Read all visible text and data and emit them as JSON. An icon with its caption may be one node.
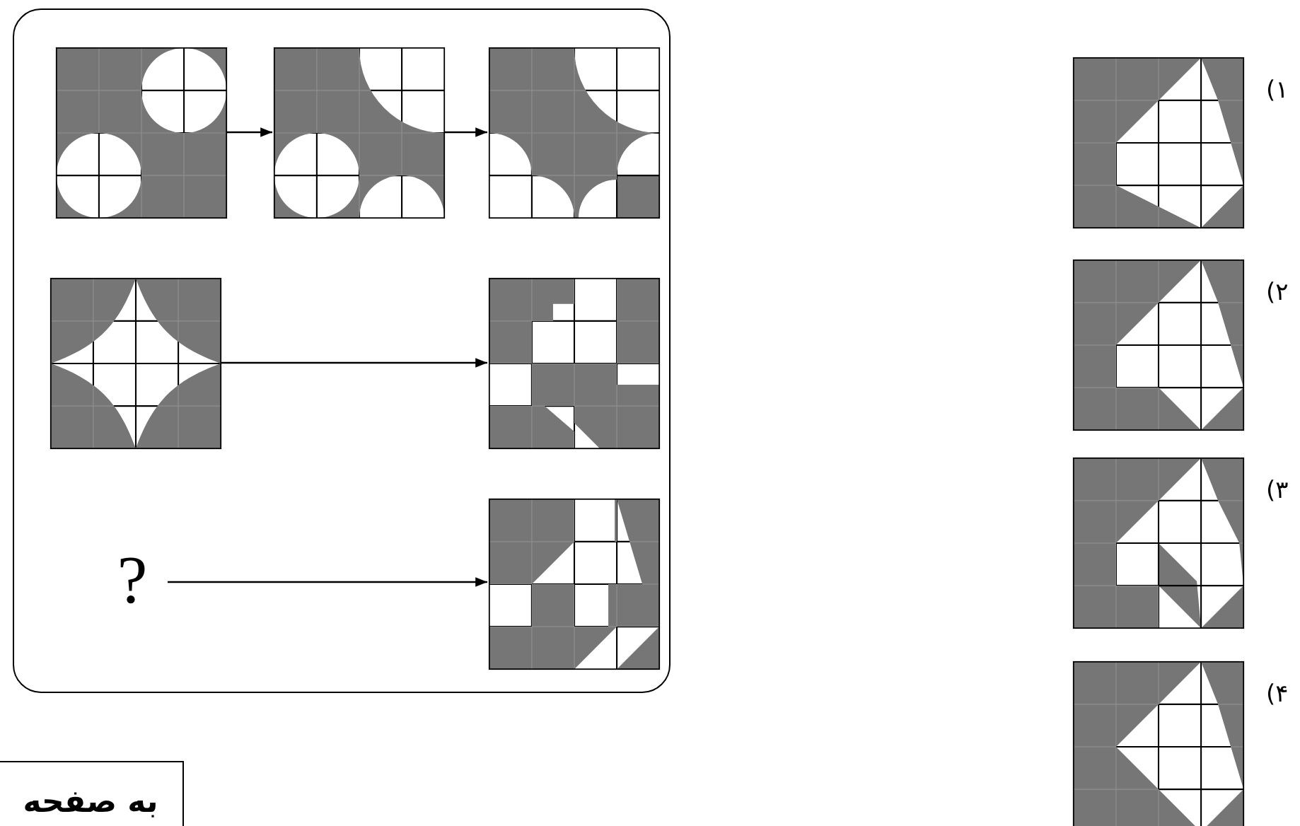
{
  "diagram": {
    "nodes": [
      {
        "text": [],
        "shape": "box"
      },
      {
        "text": [],
        "shape": "box",
        "in": 0
      },
      {
        "text": [],
        "shape": "box",
        "in": 0
      },
      {
        "text": [],
        "shape": "box",
        "in": 0
      },
      {
        "text": [],
        "shape": "box",
        "in": 0
      },
      {
        "text": [],
        "shape": "box",
        "in": 0
      },
      {
        "text": [
          "?"
        ],
        "in": 0
      },
      {
        "text": [],
        "shape": "box",
        "in": 0
      },
      {
        "text": [
          "به صفحه"
        ]
      }
    ],
    "edges": [
      {
        "from": 1,
        "to": 2,
        "arrow": "to"
      },
      {
        "from": 2,
        "to": 3,
        "arrow": "to"
      },
      {
        "from": 4,
        "to": 5,
        "arrow": "to"
      },
      {
        "from": 6,
        "to": 7,
        "arrow": "to"
      }
    ],
    "labels": [
      "۱)",
      "۲)",
      "۳)",
      "۴)"
    ]
  }
}
